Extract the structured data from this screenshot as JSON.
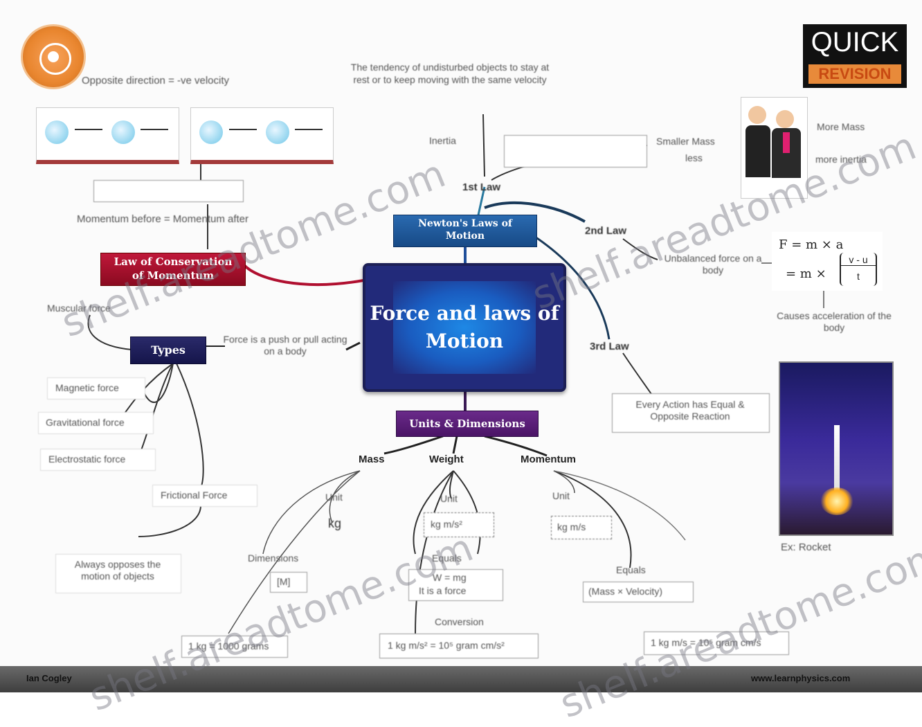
{
  "brand": {
    "quick": "QUICK",
    "revision": "REVISION"
  },
  "center": {
    "title_line1": "Force and laws of",
    "title_line2": "Motion"
  },
  "nodes": {
    "newton": "Newton's Laws of Motion",
    "conservation": "Law of Conservation of Momentum",
    "types": "Types",
    "units": "Units & Dimensions"
  },
  "labels": {
    "opposite": "Opposite direction = -ve velocity",
    "inertia_def": "The tendency of undisturbed objects to stay at rest or to keep moving with the same velocity",
    "inertia": "Inertia",
    "first_law": "1st Law",
    "second_law": "2nd Law",
    "third_law": "3rd Law",
    "smaller_mass": "Smaller Mass",
    "less": "less",
    "more_mass": "More Mass",
    "more_inertia": "more inertia",
    "momentum_before": "Momentum before = Momentum after",
    "force_def": "Force is a push or pull acting on a body",
    "muscular": "Muscular force",
    "magnetic": "Magnetic force",
    "gravitational": "Gravitational force",
    "electrostatic": "Electrostatic force",
    "frictional": "Frictional Force",
    "friction_note": "Always opposes the motion of objects",
    "f_ma": "F = m × a",
    "f_eq2": "= m ×",
    "unbalanced": "Unbalanced force on a body",
    "causes": "Causes acceleration of the body",
    "action": "Every Action has Equal & Opposite Reaction",
    "rocket": "Ex: Rocket",
    "mass": "Mass",
    "weight": "Weight",
    "momentum": "Momentum",
    "unit": "Unit",
    "kg": "kg",
    "dimensions": "Dimensions",
    "m": "[M]",
    "equals": "Equals",
    "kgms": "kg m/s²",
    "w_eq": "W = mg",
    "w_force": "It is a force",
    "kgm_s": "kg m/s",
    "mass_velocity": "(Mass × Velocity)",
    "conversion": "Conversion",
    "conv1": "1 kg = 1000 grams",
    "conv2": "1 kg m/s² = 10⁵ gram cm/s²",
    "conv3": "1 kg m/s = 10⁵ gram cm/s",
    "footer_left": "Ian Cogley",
    "footer_right": "www.learnphysics.com",
    "frac_top": "v - u",
    "frac_bot": "t"
  },
  "watermarks": [
    "shelf.areadtome.com",
    "shelf.areadtome.com",
    "shelf.areadtome.com",
    "shelf.areadtome.com"
  ],
  "colors": {
    "center_bg": "#2a2f8a",
    "center_inner": "#1565c8",
    "newton_bg": "#1e5aa0",
    "conservation_bg": "#a0102a",
    "types_bg": "#1c1c5c",
    "units_bg": "#5a1e7a"
  }
}
